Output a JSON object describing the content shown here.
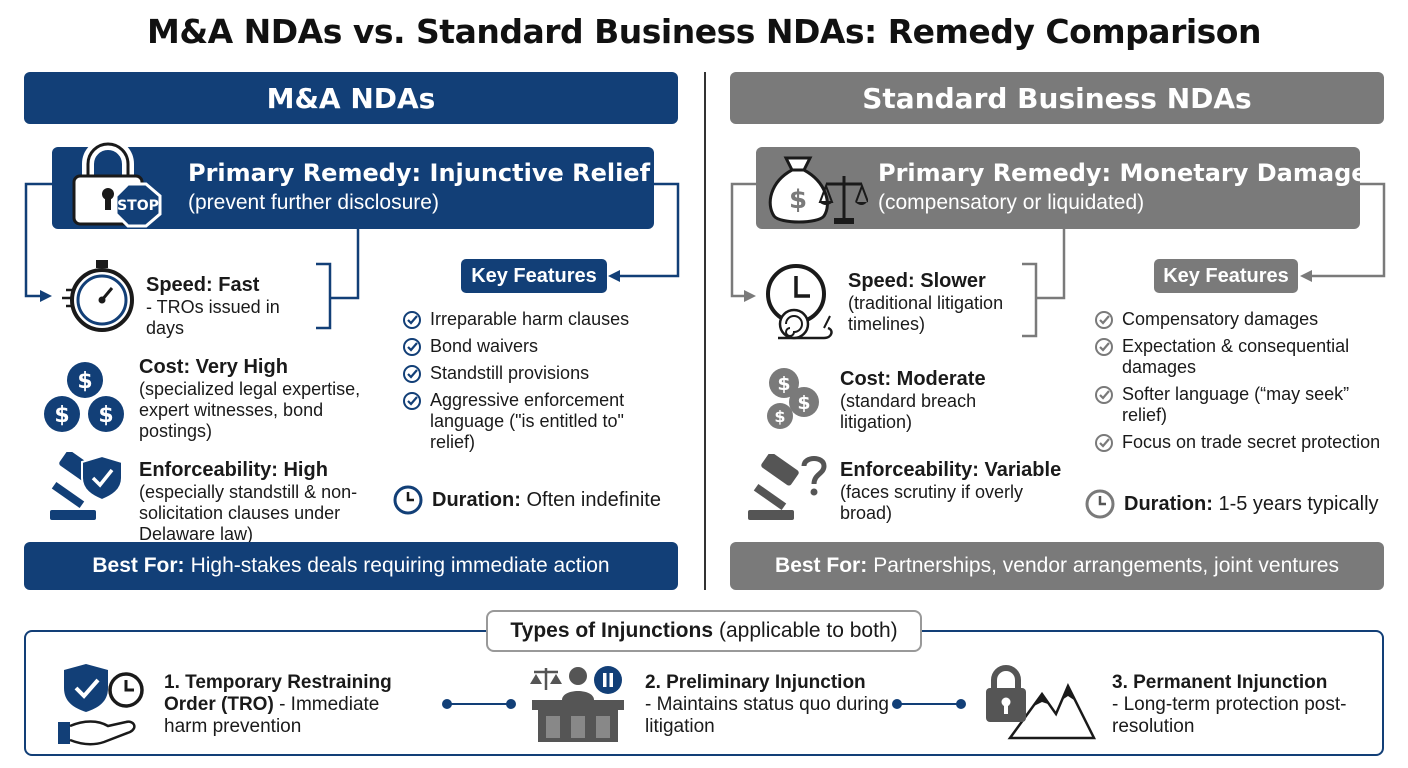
{
  "title": "M&A NDAs vs. Standard Business NDAs: Remedy Comparison",
  "left": {
    "header": "M&A NDAs",
    "remedy_title": "Primary Remedy: Injunctive Relief",
    "remedy_sub": "(prevent further disclosure)",
    "stop_text": "STOP",
    "speed_title": "Speed: Fast",
    "speed_desc": "- TROs issued in days",
    "cost_title": "Cost: Very High",
    "cost_desc": "(specialized legal expertise, expert witnesses, bond postings)",
    "enf_title": "Enforceability: High",
    "enf_desc": "(especially standstill & non-solicitation clauses under Delaware law)",
    "key_features_label": "Key Features",
    "key_features": [
      "Irreparable harm clauses",
      "Bond waivers",
      "Standstill provisions",
      "Aggressive enforcement language (\"is entitled to\" relief)"
    ],
    "duration_label": "Duration:",
    "duration_value": "Often indefinite",
    "best_for_label": "Best For:",
    "best_for_value": "High-stakes deals requiring immediate action"
  },
  "right": {
    "header": "Standard Business NDAs",
    "remedy_title": "Primary Remedy: Monetary Damages",
    "remedy_sub": "(compensatory or liquidated)",
    "bag_symbol": "$",
    "speed_title": "Speed: Slower",
    "speed_desc": "(traditional litigation timelines)",
    "cost_title": "Cost: Moderate",
    "cost_desc": "(standard breach litigation)",
    "enf_title": "Enforceability: Variable",
    "enf_desc": "(faces scrutiny if overly broad)",
    "key_features_label": "Key Features",
    "key_features": [
      "Compensatory damages",
      "Expectation & consequential damages",
      "Softer language (“may seek” relief)",
      "Focus on trade secret protection"
    ],
    "duration_label": "Duration:",
    "duration_value": "1-5 years typically",
    "best_for_label": "Best For:",
    "best_for_value": "Partnerships, vendor arrangements, joint ventures"
  },
  "injunctions": {
    "label_bold": "Types of Injunctions",
    "label_rest": "(applicable to both)",
    "items": [
      {
        "title": "1. Temporary Restraining Order (TRO)",
        "desc": "- Immediate harm prevention"
      },
      {
        "title": "2. Preliminary Injunction",
        "desc": "- Maintains status quo during litigation"
      },
      {
        "title": "3. Permanent Injunction",
        "desc": "- Long-term protection post-resolution"
      }
    ]
  },
  "coin_symbol": "$",
  "colors": {
    "navy": "#123f77",
    "gray": "#7a7a7a"
  }
}
